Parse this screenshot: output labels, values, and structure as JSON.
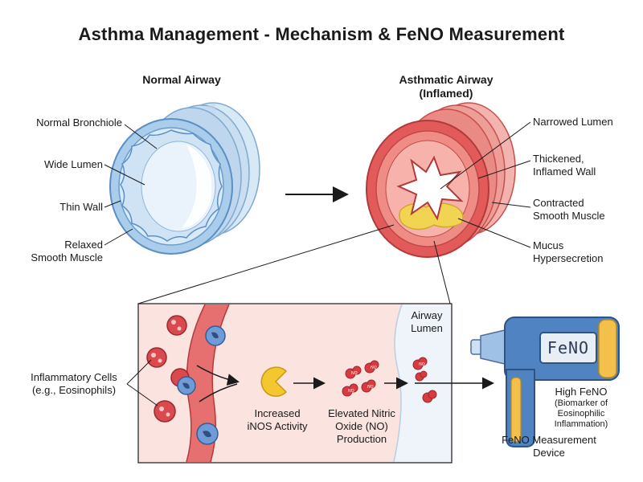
{
  "title": "Asthma Management - Mechanism & FeNO Measurement",
  "normal": {
    "heading": "Normal Airway",
    "labels": {
      "bronchiole": "Normal Bronchiole",
      "lumen": "Wide Lumen",
      "wall": "Thin Wall",
      "muscle": "Relaxed\nSmooth Muscle"
    }
  },
  "asthmatic": {
    "heading": "Asthmatic Airway\n(Inflamed)",
    "labels": {
      "lumen": "Narrowed Lumen",
      "wall": "Thickened,\nInflamed Wall",
      "muscle": "Contracted\nSmooth Muscle",
      "mucus": "Mucus\nHypersecretion"
    }
  },
  "mechanism": {
    "cells": "Inflammatory Cells\n(e.g., Eosinophils)",
    "inos": "Increased\niNOS Activity",
    "no_production": "Elevated Nitric\nOxide (NO)\nProduction",
    "airway_lumen": "Airway\nLumen",
    "no_molecule": "NO"
  },
  "device": {
    "screen": "FeNO",
    "result": "High FeNO",
    "result_note": "(Biomarker of\nEosinophilic\nInflammation)",
    "name": "FeNO Measurement\nDevice"
  },
  "colors": {
    "normal_airway": "#a9cdea",
    "inflamed_airway": "#e25a5a",
    "mucus": "#f2d453",
    "tissue": "#fbe3e0",
    "lumen_bg": "#eef4fa",
    "device_blue": "#4f83c2",
    "device_yellow": "#f3c14b"
  }
}
